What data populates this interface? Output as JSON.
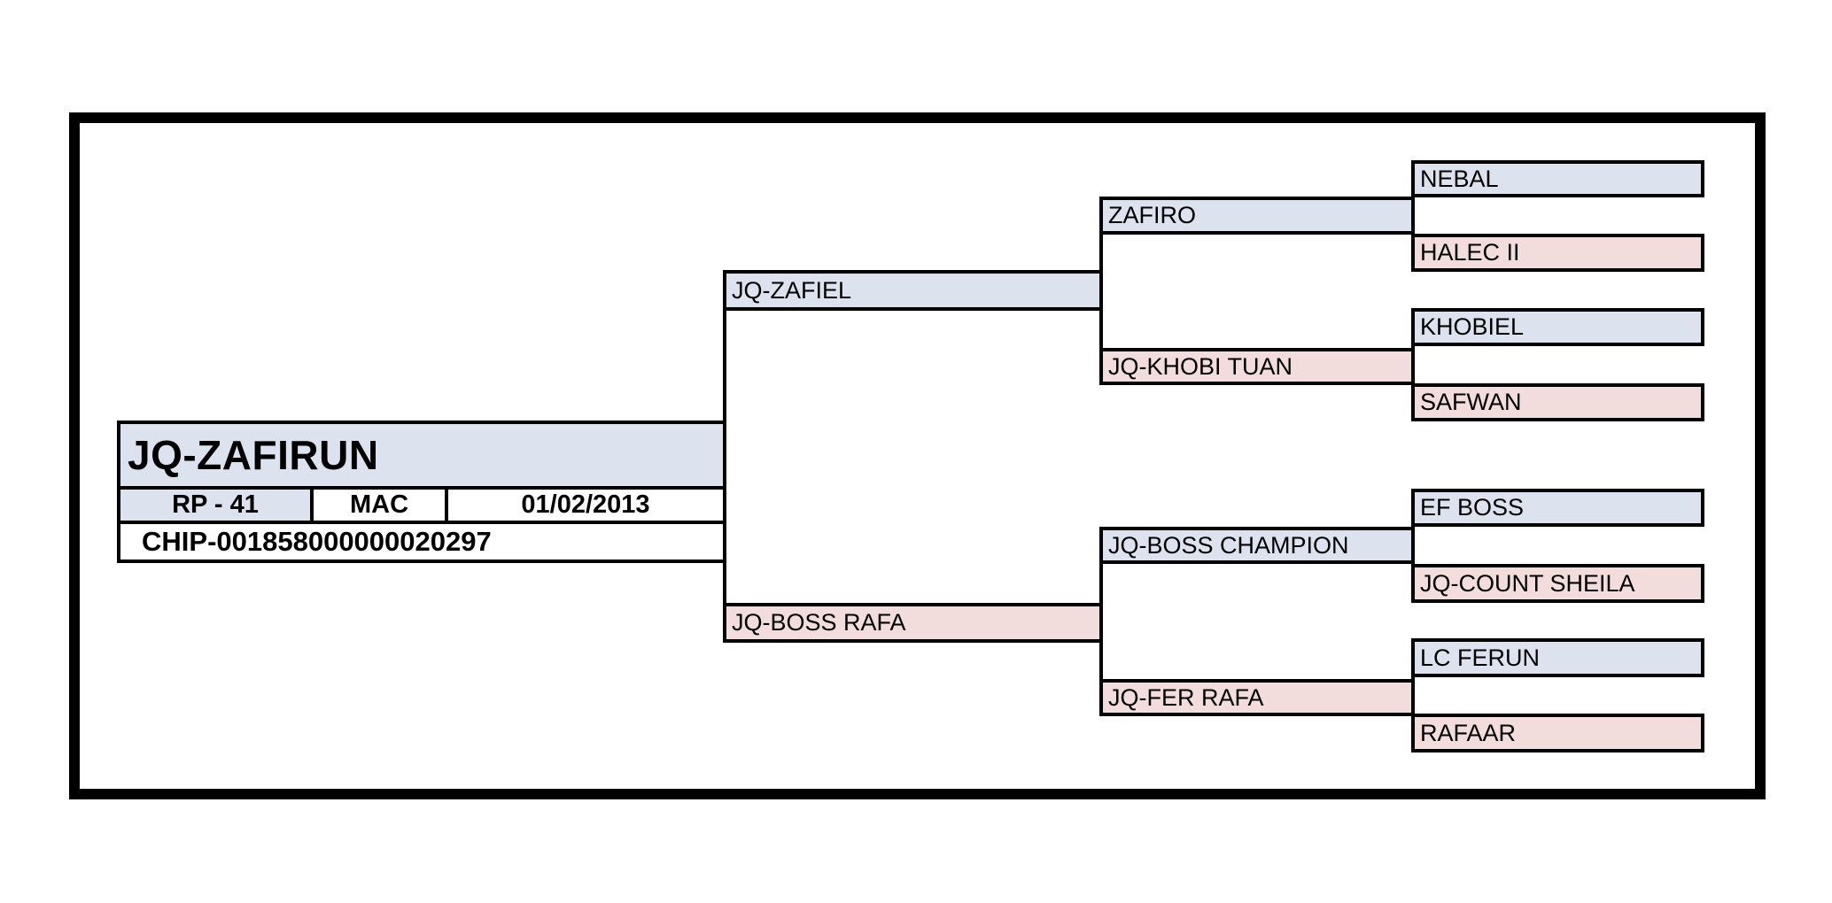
{
  "document_type": "pedigree-chart",
  "colors": {
    "sire_fill": "#dce3ef",
    "dam_fill": "#f2dddc",
    "line": "#000000",
    "background": "#ffffff"
  },
  "subject": {
    "name": "JQ-ZAFIRUN",
    "registry": "RP - 41",
    "code": "MAC",
    "birth_date": "01/02/2013",
    "chip": "CHIP-001858000000020297"
  },
  "pedigree": {
    "sire": {
      "name": "JQ-ZAFIEL"
    },
    "dam": {
      "name": "JQ-BOSS RAFA"
    },
    "sire_sire": {
      "name": "ZAFIRO"
    },
    "sire_dam": {
      "name": "JQ-KHOBI TUAN"
    },
    "dam_sire": {
      "name": "JQ-BOSS CHAMPION"
    },
    "dam_dam": {
      "name": "JQ-FER RAFA"
    },
    "sire_sire_sire": {
      "name": "NEBAL"
    },
    "sire_sire_dam": {
      "name": "HALEC II"
    },
    "sire_dam_sire": {
      "name": "KHOBIEL"
    },
    "sire_dam_dam": {
      "name": "SAFWAN"
    },
    "dam_sire_sire": {
      "name": "EF BOSS"
    },
    "dam_sire_dam": {
      "name": "JQ-COUNT SHEILA"
    },
    "dam_dam_sire": {
      "name": "LC FERUN"
    },
    "dam_dam_dam": {
      "name": "RAFAAR"
    }
  }
}
